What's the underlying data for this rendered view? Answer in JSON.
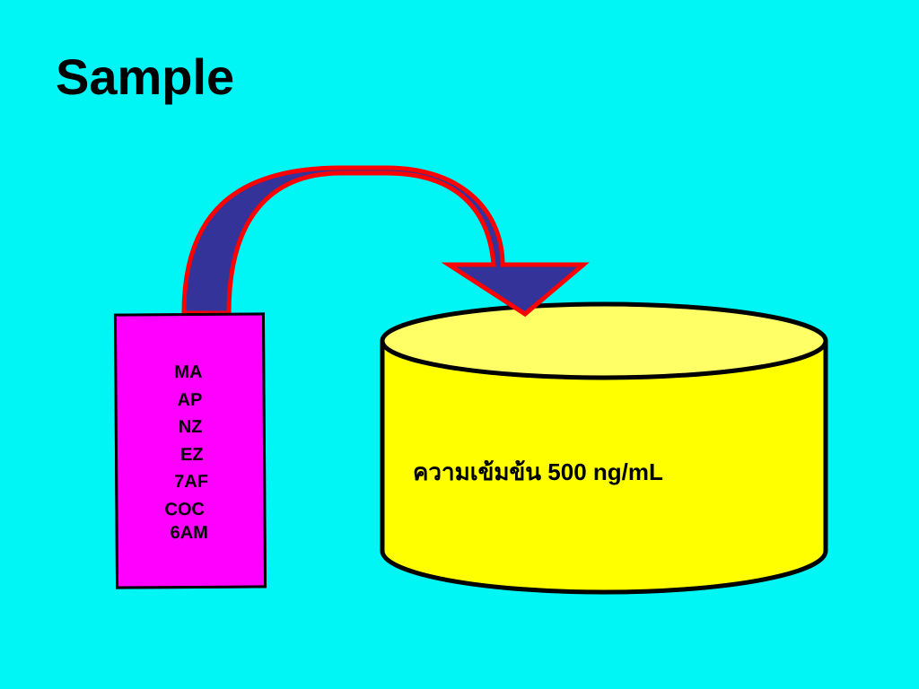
{
  "slide": {
    "title": "Sample"
  },
  "sample_box": {
    "analytes": [
      "MA",
      "AP",
      "NZ",
      "EZ",
      "7AF",
      "COC",
      "6AM"
    ]
  },
  "container": {
    "label": "ความเข้มข้น 500 ng/mL"
  },
  "colors": {
    "background": "#00F5F5",
    "sample_box_fill": "#FF00FF",
    "container_fill": "#FFFF00",
    "container_top_fill": "#FFFF66",
    "arrow_fill": "#333399",
    "arrow_outline": "#FF0000"
  }
}
